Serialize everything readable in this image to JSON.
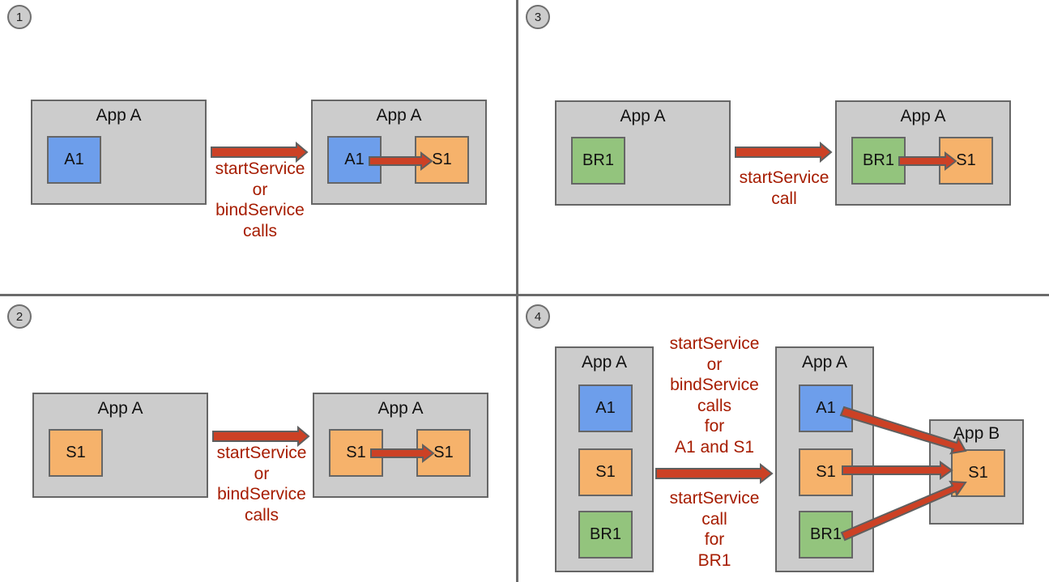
{
  "colors": {
    "arrow_fill": "#cc4125",
    "arrow_stroke": "#5f5f5f",
    "label_text": "#a61c00",
    "container": "#cccccc",
    "activity": "#6d9eeb",
    "service": "#f6b26b",
    "receiver": "#93c47d"
  },
  "panel1": {
    "number": "1",
    "before": {
      "title": "App A",
      "component": "A1"
    },
    "after": {
      "title": "App A",
      "source": "A1",
      "target": "S1"
    },
    "label": [
      "startService",
      "or",
      "bindService",
      "calls"
    ]
  },
  "panel2": {
    "number": "2",
    "before": {
      "title": "App A",
      "component": "S1"
    },
    "after": {
      "title": "App A",
      "source": "S1",
      "target": "S1"
    },
    "label": [
      "startService",
      "or",
      "bindService",
      "calls"
    ]
  },
  "panel3": {
    "number": "3",
    "before": {
      "title": "App A",
      "component": "BR1"
    },
    "after": {
      "title": "App A",
      "source": "BR1",
      "target": "S1"
    },
    "label": [
      "startService",
      "call"
    ]
  },
  "panel4": {
    "number": "4",
    "before": {
      "title": "App A",
      "components": [
        "A1",
        "S1",
        "BR1"
      ]
    },
    "after": {
      "title": "App A",
      "components": [
        "A1",
        "S1",
        "BR1"
      ]
    },
    "remote": {
      "title": "App B",
      "component": "S1"
    },
    "label_top": [
      "startService",
      "or",
      "bindService",
      "calls",
      "for",
      "A1 and S1"
    ],
    "label_bottom": [
      "startService",
      "call",
      "for",
      "BR1"
    ]
  }
}
